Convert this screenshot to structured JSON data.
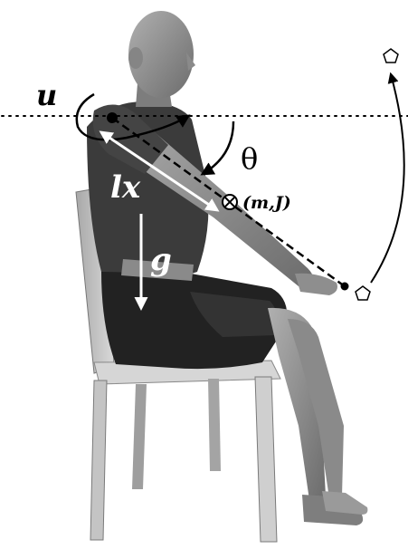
{
  "figure": {
    "type": "annotated-illustration",
    "subject": "seated-human-raising-arm",
    "labels": {
      "torque": "u",
      "arm_length": "lx",
      "gravity": "g",
      "angle": "θ",
      "mass_inertia": "(m,J)"
    },
    "icons": [
      "pentagon-marker-icon",
      "curved-arrow-icon",
      "torque-arrow-icon",
      "gravity-arrow-icon",
      "mass-center-icon"
    ],
    "colors": {
      "ink": "#000000",
      "skin": "#9a9a9a",
      "skin_shadow": "#6f6f6f",
      "shirt": "#3a3a3a",
      "shorts": "#1e1e1e",
      "chair": "#c8c8c8",
      "chair_shadow": "#8c8c8c"
    }
  }
}
